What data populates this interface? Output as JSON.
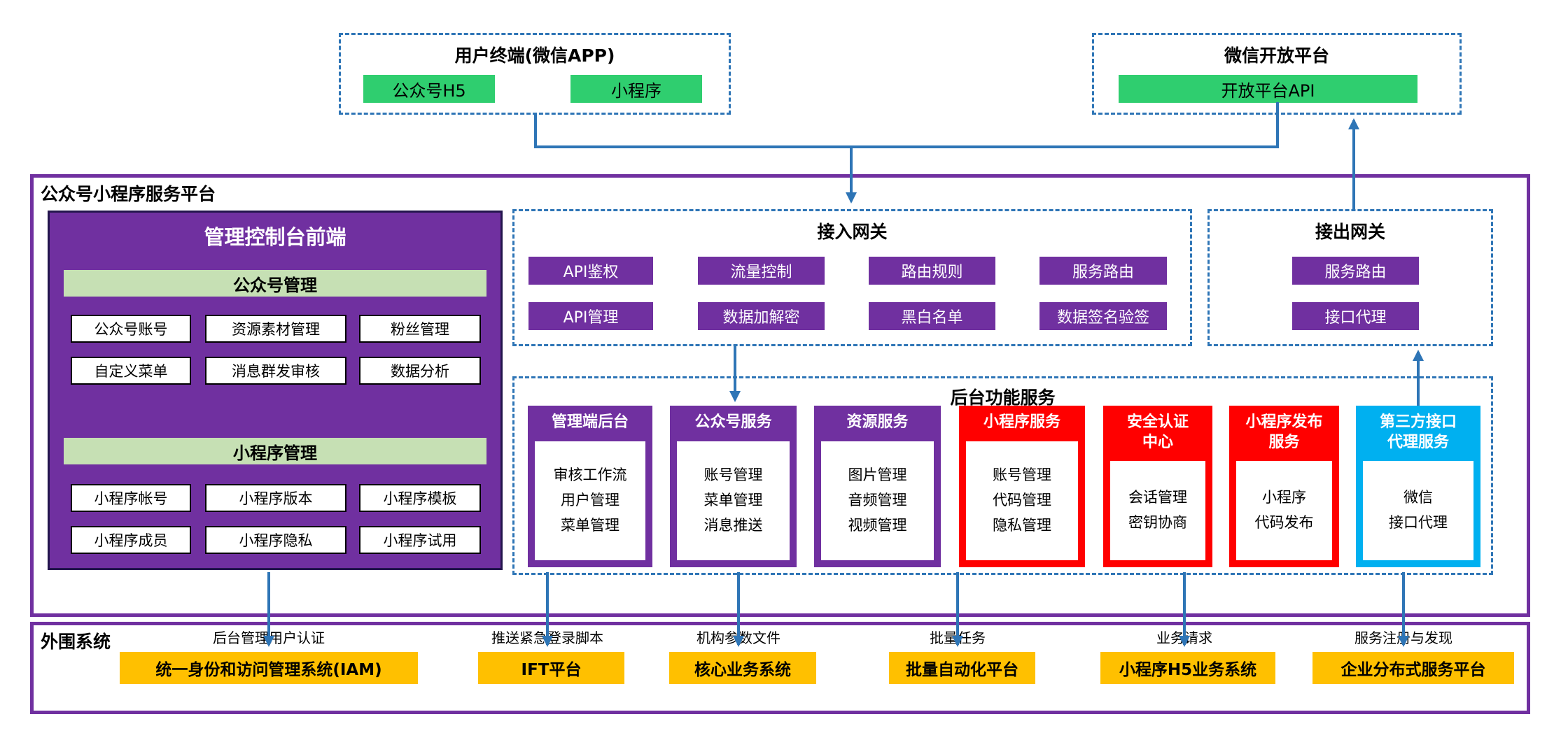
{
  "colors": {
    "purple": "#7030A0",
    "green": "#2FCE6F",
    "light_green": "#C6E0B4",
    "red": "#FF0000",
    "blue": "#00B0F0",
    "orange": "#FFC000",
    "arrow_blue": "#2E75B6"
  },
  "top": {
    "user_terminal": {
      "title": "用户终端(微信APP)",
      "items": [
        "公众号H5",
        "小程序"
      ]
    },
    "open_platform": {
      "title": "微信开放平台",
      "api": "开放平台API"
    }
  },
  "platform": {
    "title": "公众号小程序服务平台",
    "console": {
      "title": "管理控制台前端",
      "official_account": {
        "header": "公众号管理",
        "items": [
          "公众号账号",
          "资源素材管理",
          "粉丝管理",
          "自定义菜单",
          "消息群发审核",
          "数据分析"
        ]
      },
      "miniprogram": {
        "header": "小程序管理",
        "items": [
          "小程序帐号",
          "小程序版本",
          "小程序模板",
          "小程序成员",
          "小程序隐私",
          "小程序试用"
        ]
      }
    },
    "access_gateway": {
      "title": "接入网关",
      "items": [
        "API鉴权",
        "流量控制",
        "路由规则",
        "服务路由",
        "API管理",
        "数据加解密",
        "黑白名单",
        "数据签名验签"
      ]
    },
    "egress_gateway": {
      "title": "接出网关",
      "items": [
        "服务路由",
        "接口代理"
      ]
    },
    "backend": {
      "title": "后台功能服务",
      "services": [
        {
          "title": "管理端后台",
          "content": "审核工作流\n用户管理\n菜单管理"
        },
        {
          "title": "公众号服务",
          "content": "账号管理\n菜单管理\n消息推送"
        },
        {
          "title": "资源服务",
          "content": "图片管理\n音频管理\n视频管理"
        },
        {
          "title": "小程序服务",
          "content": "账号管理\n代码管理\n隐私管理"
        },
        {
          "title": "安全认证\n中心",
          "content": "会话管理\n密钥协商"
        },
        {
          "title": "小程序发布\n服务",
          "content": "小程序\n代码发布"
        },
        {
          "title": "第三方接口\n代理服务",
          "content": "微信\n接口代理"
        }
      ]
    }
  },
  "peripheral": {
    "title": "外围系统",
    "links": [
      {
        "label": "后台管理用户认证",
        "system": "统一身份和访问管理系统(IAM)"
      },
      {
        "label": "推送紧急登录脚本",
        "system": "IFT平台"
      },
      {
        "label": "机构参数文件",
        "system": "核心业务系统"
      },
      {
        "label": "批量任务",
        "system": "批量自动化平台"
      },
      {
        "label": "业务请求",
        "system": "小程序H5业务系统"
      },
      {
        "label": "服务注册与发现",
        "system": "企业分布式服务平台"
      }
    ]
  }
}
